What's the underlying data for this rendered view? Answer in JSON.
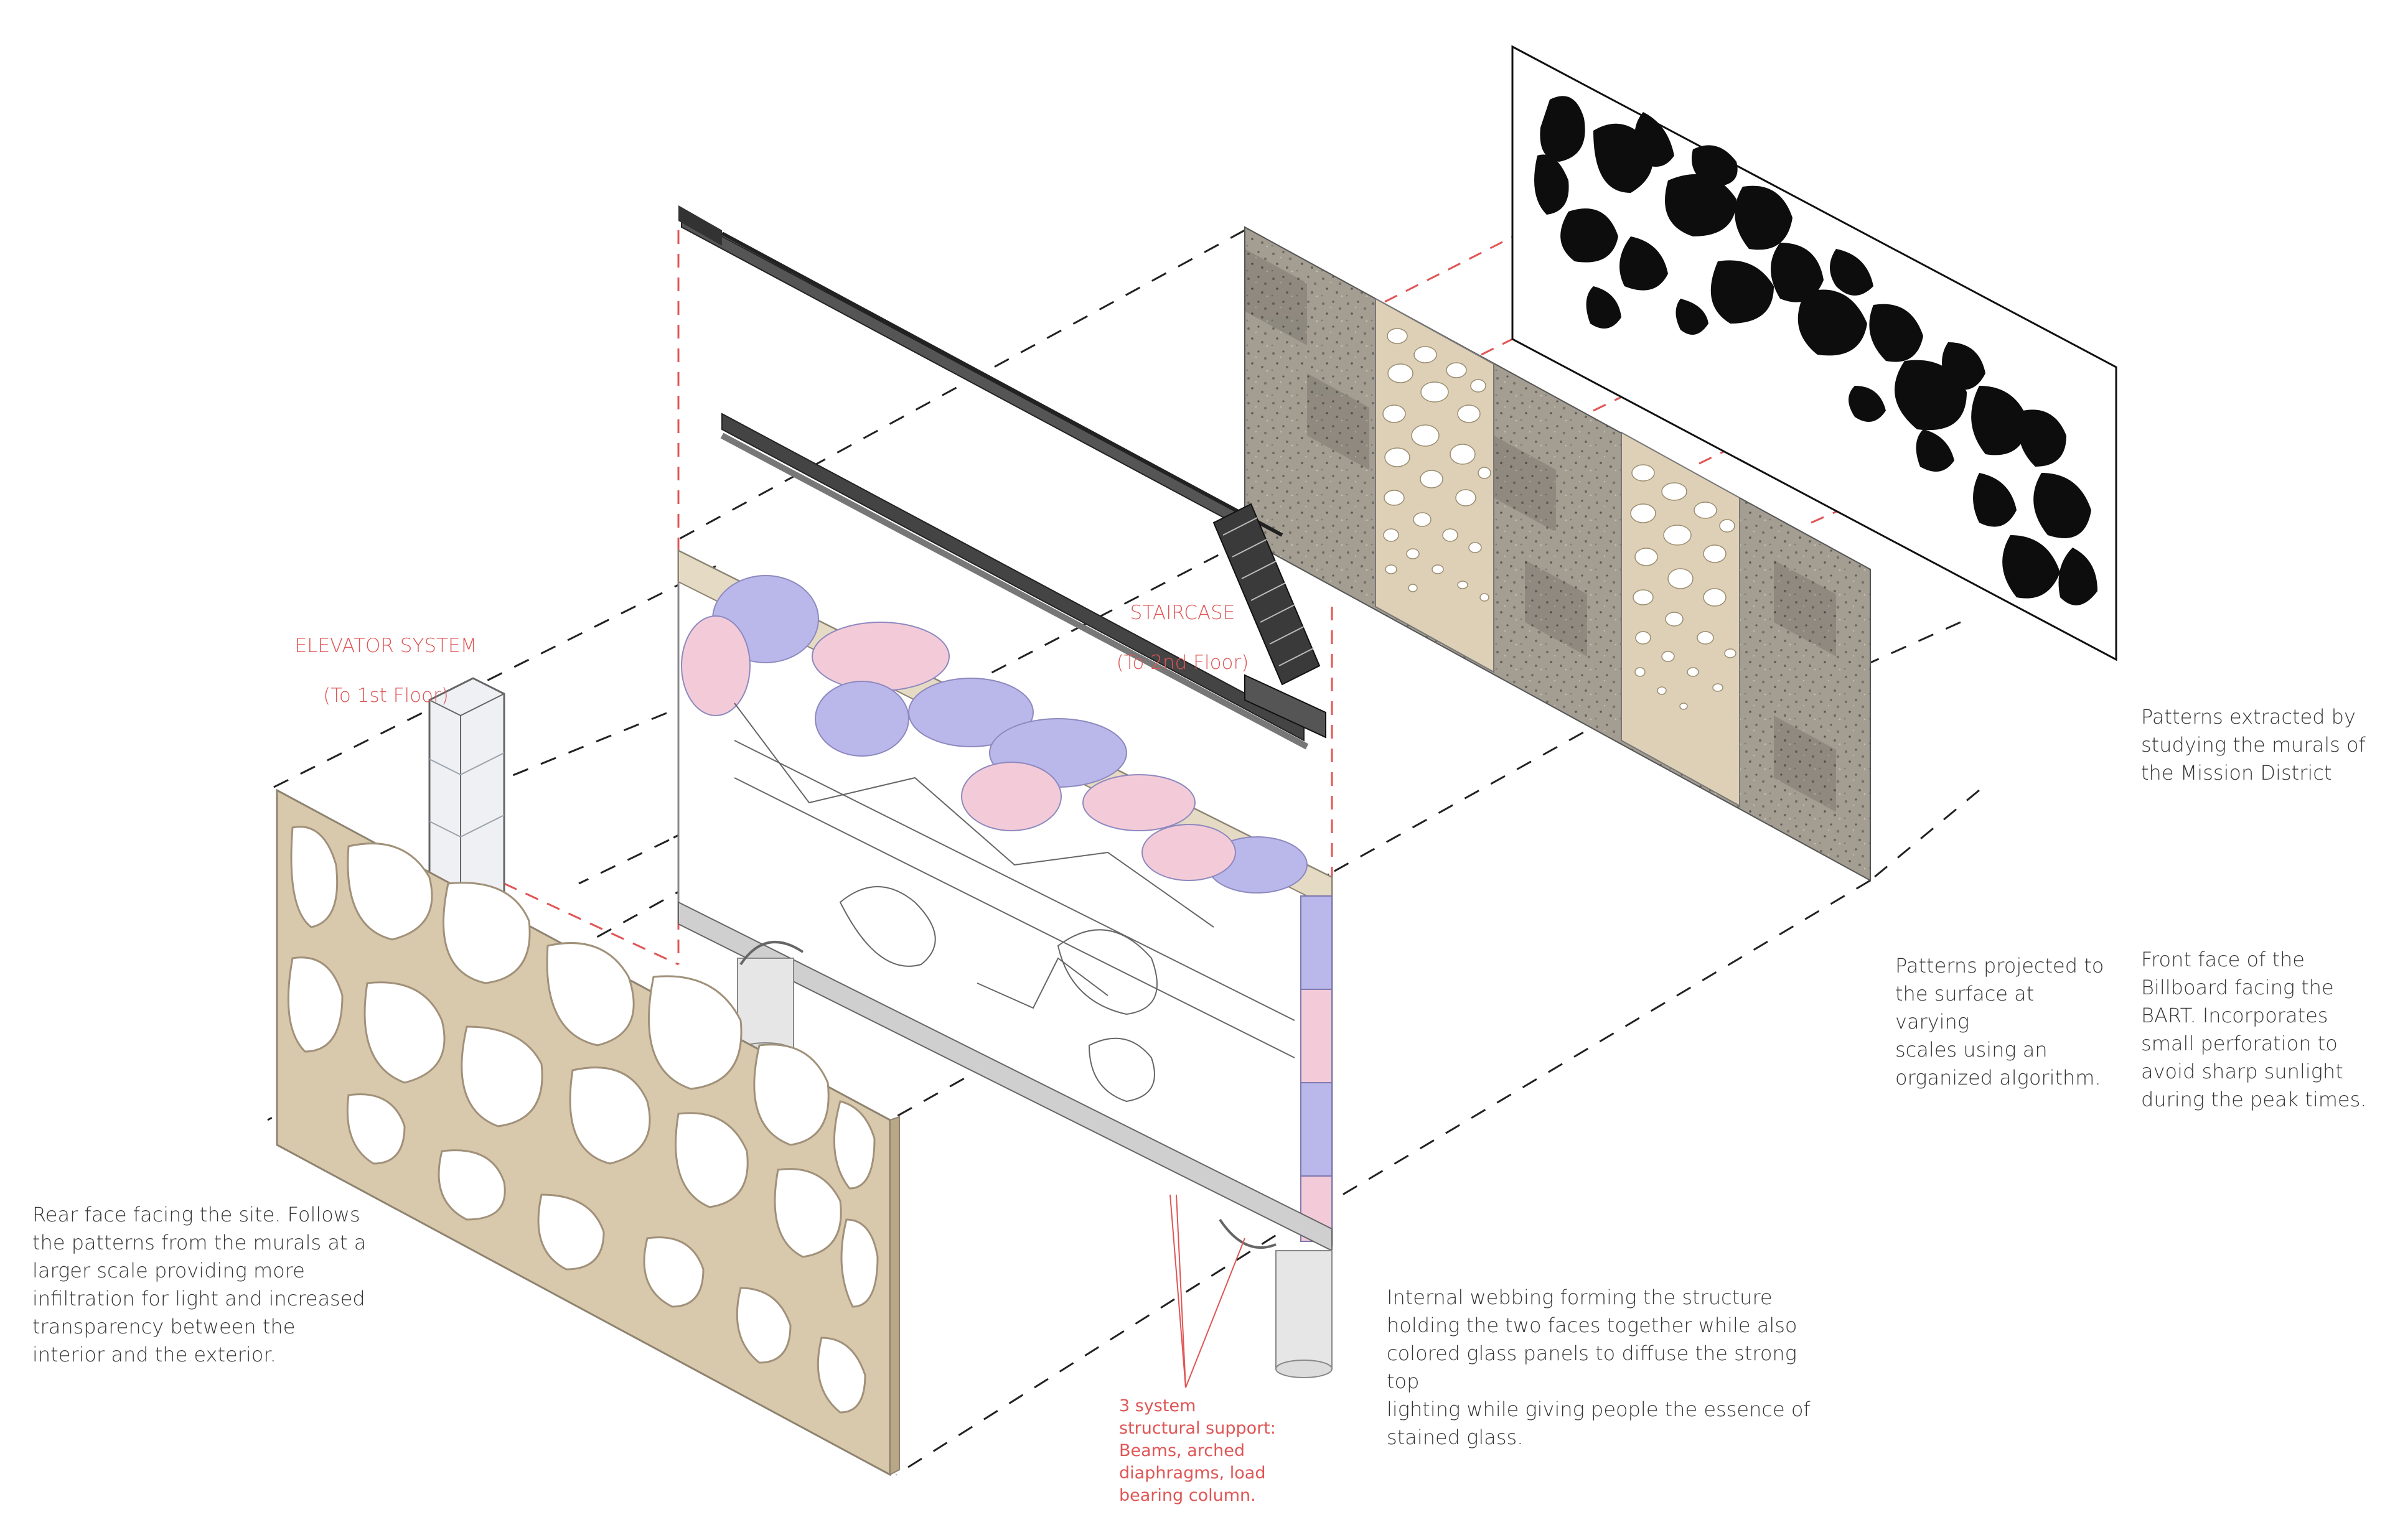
{
  "labels": {
    "elevator": {
      "title": "ELEVATOR SYSTEM",
      "subtitle": "(To 1st Floor)"
    },
    "staircase": {
      "title": "STAIRCASE",
      "subtitle": "(To 2nd Floor)"
    },
    "patterns_extracted": "Patterns extracted by\nstudying the murals of\nthe Mission District",
    "patterns_projected": "Patterns projected to\nthe surface at varying\nscales using an\norganized algorithm.",
    "front_face": "Front face of the\nBillboard facing the\nBART. Incorporates\nsmall perforation to\navoid sharp sunlight\nduring the peak times.",
    "rear_face": "Rear face facing the site. Follows\nthe patterns from the murals at a\nlarger scale providing more\ninfiltration for light and increased\ntransparency between the\ninterior and the exterior.",
    "internal_webbing": "Internal webbing forming the structure\nholding the two faces together while also\ncolored glass panels to diffuse the strong top\nlighting while giving people the essence of\nstained glass.",
    "structural_support": "3 system\nstructural support:\nBeams, arched\ndiaphragms, load\nbearing column."
  },
  "colors": {
    "accent_red": "#e05555",
    "panel_tan": "#d8c9ad",
    "panel_tan_dark": "#b9a888",
    "glass_blue": "#b9b8ea",
    "glass_pink": "#f2c9d6",
    "stone_gray": "#8f8a80",
    "ink_black": "#111111",
    "text_gray": "#333333"
  }
}
